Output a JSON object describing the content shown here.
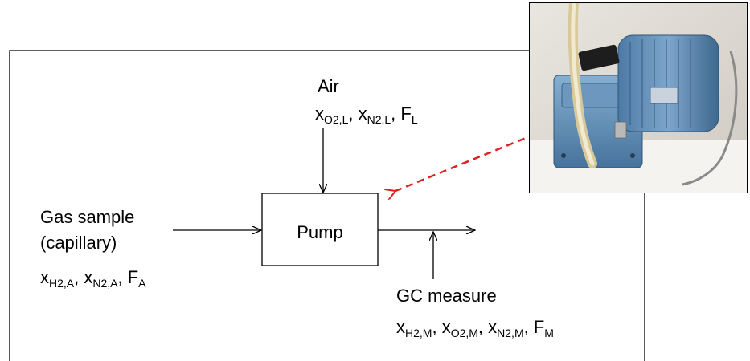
{
  "blocks": {
    "pump": "Pump"
  },
  "inputs": {
    "air": {
      "label": "Air",
      "vars": [
        {
          "sym": "x",
          "sub": "O2,L"
        },
        {
          "sym": "x",
          "sub": "N2,L"
        },
        {
          "sym": "F",
          "sub": "L"
        }
      ]
    },
    "gas_sample": {
      "label_line1": "Gas sample",
      "label_line2": "(capillary)",
      "vars": [
        {
          "sym": "x",
          "sub": "H2,A"
        },
        {
          "sym": "x",
          "sub": "N2,A"
        },
        {
          "sym": "F",
          "sub": "A"
        }
      ]
    }
  },
  "measure": {
    "label": "GC measure",
    "vars": [
      {
        "sym": "x",
        "sub": "H2,M"
      },
      {
        "sym": "x",
        "sub": "O2,M"
      },
      {
        "sym": "x",
        "sub": "N2,M"
      },
      {
        "sym": "F",
        "sub": "M"
      }
    ]
  },
  "colors": {
    "pointer_arrow": "#e02020",
    "pump_body": "#5f8fb8"
  },
  "photo_subject": "vacuum-pump-photo"
}
